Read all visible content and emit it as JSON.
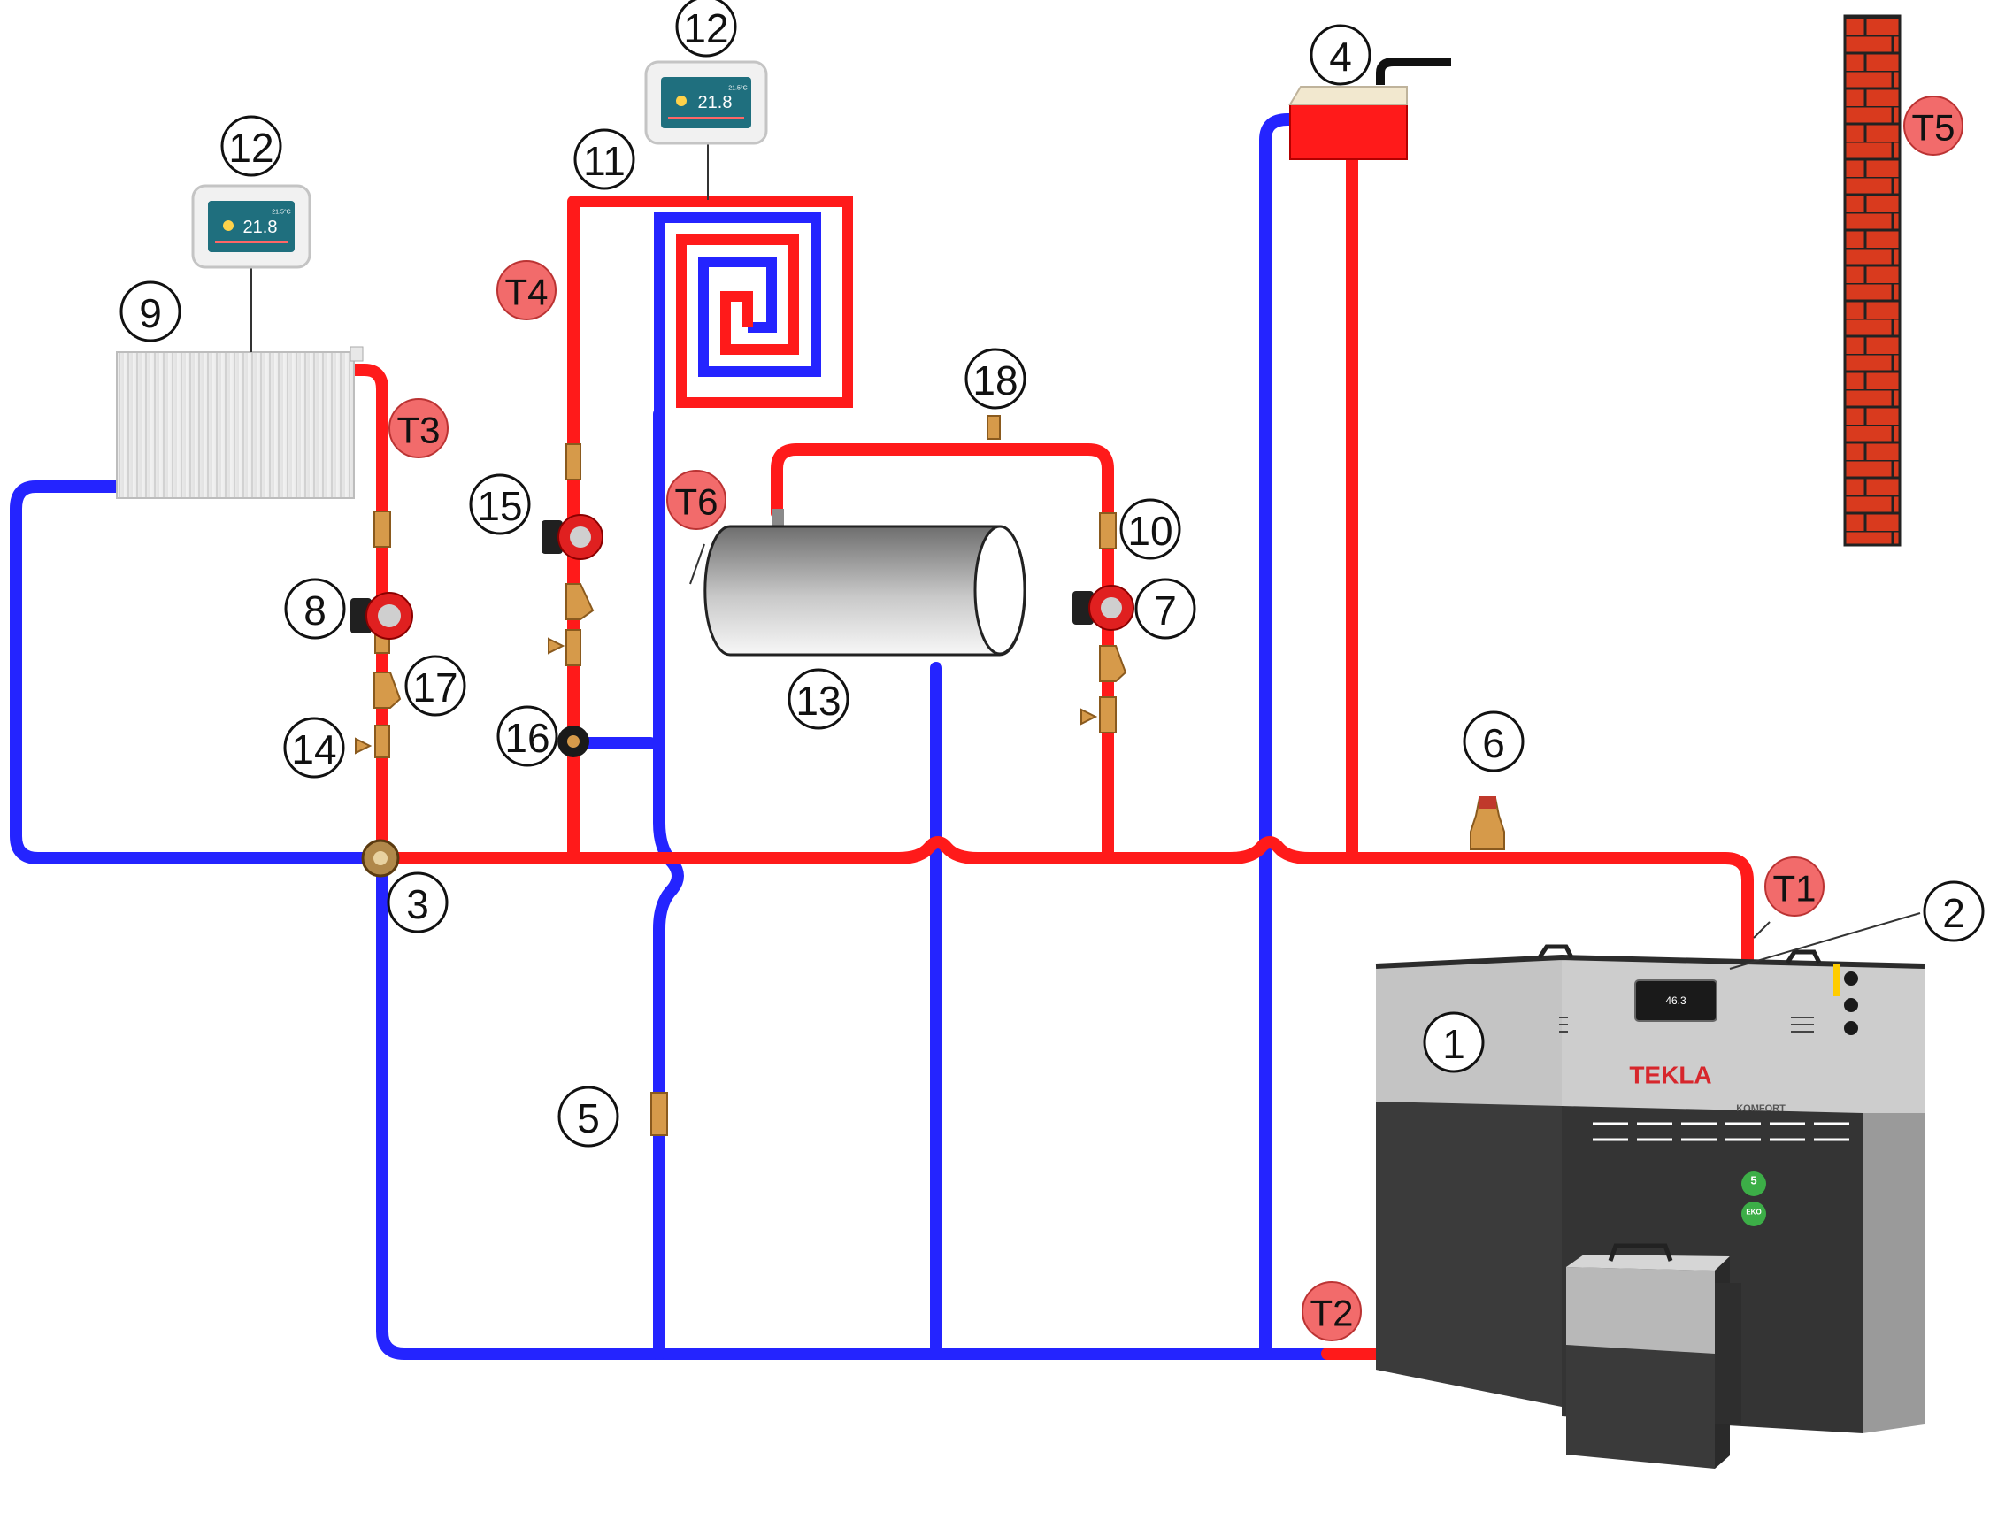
{
  "colors": {
    "hot": "#ff1a1a",
    "cold": "#2424ff",
    "brass": "#d69a4a",
    "tag_fill": "#f26b6b",
    "boiler_light": "#c8c8c8",
    "boiler_dark": "#3a3a3a",
    "brick": "#d93a1e"
  },
  "component_labels": [
    {
      "id": "c1",
      "text": "1"
    },
    {
      "id": "c2",
      "text": "2"
    },
    {
      "id": "c3",
      "text": "3"
    },
    {
      "id": "c4",
      "text": "4"
    },
    {
      "id": "c5",
      "text": "5"
    },
    {
      "id": "c6",
      "text": "6"
    },
    {
      "id": "c7",
      "text": "7"
    },
    {
      "id": "c8",
      "text": "8"
    },
    {
      "id": "c9",
      "text": "9"
    },
    {
      "id": "c10",
      "text": "10"
    },
    {
      "id": "c11",
      "text": "11"
    },
    {
      "id": "c12a",
      "text": "12"
    },
    {
      "id": "c12b",
      "text": "12"
    },
    {
      "id": "c13",
      "text": "13"
    },
    {
      "id": "c14",
      "text": "14"
    },
    {
      "id": "c15",
      "text": "15"
    },
    {
      "id": "c16",
      "text": "16"
    },
    {
      "id": "c17",
      "text": "17"
    },
    {
      "id": "c18",
      "text": "18"
    }
  ],
  "sensor_tags": [
    {
      "id": "t1",
      "text": "T1"
    },
    {
      "id": "t2",
      "text": "T2"
    },
    {
      "id": "t3",
      "text": "T3"
    },
    {
      "id": "t4",
      "text": "T4"
    },
    {
      "id": "t5",
      "text": "T5"
    },
    {
      "id": "t6",
      "text": "T6"
    }
  ],
  "thermostat": {
    "temperature": "21.8",
    "setpoint": "21.5°C"
  },
  "boiler": {
    "brand": "TEKLA",
    "model": "KOMFORT",
    "display_value": "46.3",
    "badge_class": "5",
    "badge_eco": "EKO"
  }
}
